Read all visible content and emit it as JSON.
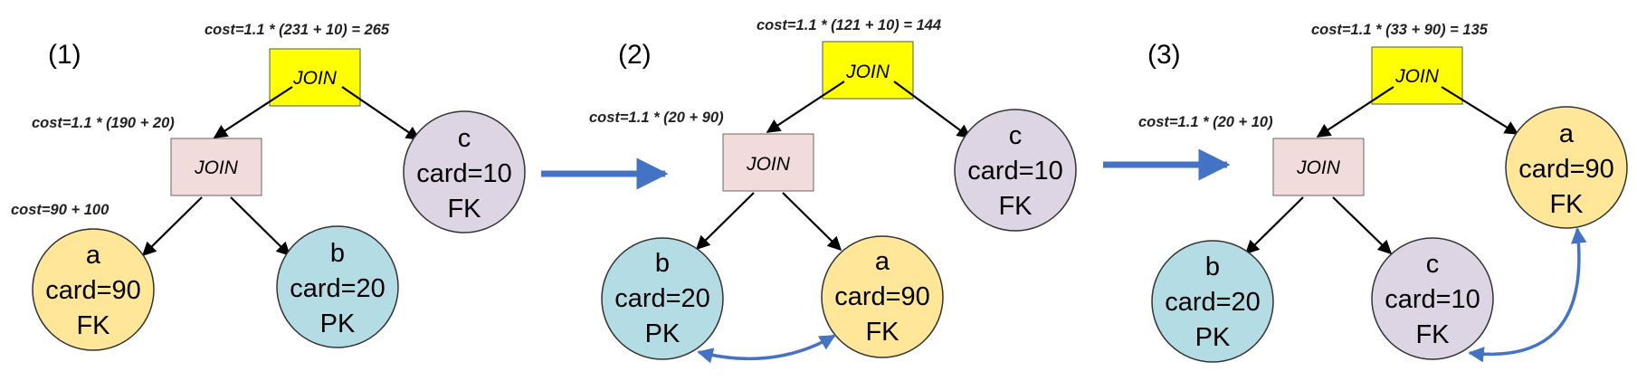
{
  "colors": {
    "root_join_fill": "#ffff00",
    "inner_join_fill": "#f2dcdb",
    "fk_yellow": "#ffe699",
    "pk_blue": "#b4dce4",
    "fk_lavender": "#ddd5e4",
    "arrow_blue": "#4472c4",
    "edge_black": "#000000"
  },
  "step1": {
    "label": "(1)",
    "root_cost": "cost=1.1 * (231 + 10) = 265",
    "root_join": "JOIN",
    "inner_cost": "cost=1.1 * (190 + 20)",
    "inner_join": "JOIN",
    "leaf_cost": "cost=90 + 100",
    "node_c": {
      "name": "c",
      "card": "card=10",
      "key": "FK"
    },
    "node_a": {
      "name": "a",
      "card": "card=90",
      "key": "FK"
    },
    "node_b": {
      "name": "b",
      "card": "card=20",
      "key": "PK"
    }
  },
  "step2": {
    "label": "(2)",
    "root_cost": "cost=1.1 * (121 + 10) = 144",
    "root_join": "JOIN",
    "inner_cost": "cost=1.1 * (20 + 90)",
    "inner_join": "JOIN",
    "node_c": {
      "name": "c",
      "card": "card=10",
      "key": "FK"
    },
    "node_b": {
      "name": "b",
      "card": "card=20",
      "key": "PK"
    },
    "node_a": {
      "name": "a",
      "card": "card=90",
      "key": "FK"
    }
  },
  "step3": {
    "label": "(3)",
    "root_cost": "cost=1.1 * (33 + 90) = 135",
    "root_join": "JOIN",
    "inner_cost": "cost=1.1 * (20 + 10)",
    "inner_join": "JOIN",
    "node_a": {
      "name": "a",
      "card": "card=90",
      "key": "FK"
    },
    "node_b": {
      "name": "b",
      "card": "card=20",
      "key": "PK"
    },
    "node_c": {
      "name": "c",
      "card": "card=10",
      "key": "FK"
    }
  }
}
